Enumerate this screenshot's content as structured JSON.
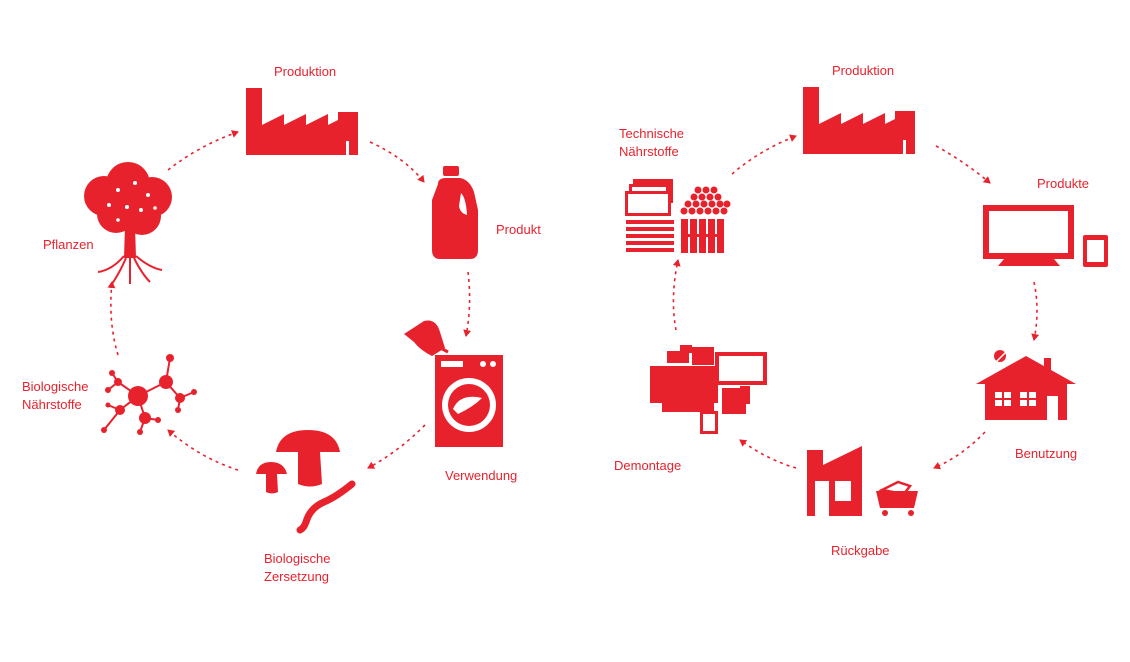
{
  "colors": {
    "accent": "#e8222d",
    "background": "#ffffff"
  },
  "biological_cycle": {
    "produktion": "Produktion",
    "produkt": "Produkt",
    "verwendung": "Verwendung",
    "zersetzung_line1": "Biologische",
    "zersetzung_line2": "Zersetzung",
    "naehrstoffe_line1": "Biologische",
    "naehrstoffe_line2": "Nährstoffe",
    "pflanzen": "Pflanzen",
    "icons": [
      "factory-icon",
      "detergent-bottle-icon",
      "washing-machine-icon",
      "mushrooms-worm-icon",
      "molecule-icon",
      "tree-icon"
    ]
  },
  "technical_cycle": {
    "produktion": "Produktion",
    "produkte": "Produkte",
    "benutzung": "Benutzung",
    "rueckgabe": "Rückgabe",
    "demontage": "Demontage",
    "naehrstoffe_line1": "Technische",
    "naehrstoffe_line2": "Nährstoffe",
    "icons": [
      "factory-icon",
      "tv-tablet-icon",
      "house-icon",
      "factory-cart-icon",
      "screens-pile-icon",
      "materials-icon"
    ]
  }
}
